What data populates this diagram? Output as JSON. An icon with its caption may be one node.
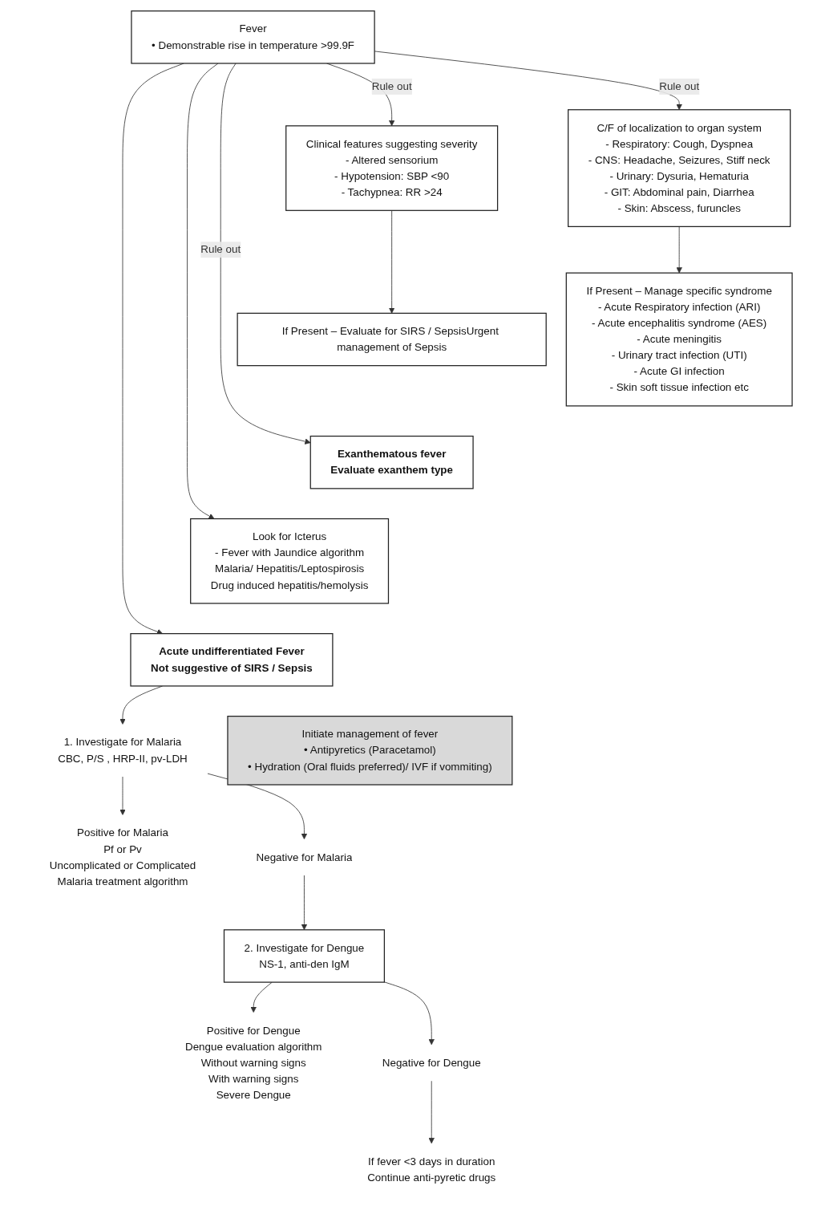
{
  "diagram": {
    "nodes": [
      {
        "text": [
          "Fever",
          "• Demonstrable rise in temperature >99.9F"
        ]
      },
      {
        "text": [
          "Clinical features suggesting severity",
          "- Altered sensorium",
          "- Hypotension: SBP <90",
          "- Tachypnea: RR >24"
        ]
      },
      {
        "text": [
          "If Present – Evaluate for SIRS / SepsisUrgent management of Sepsis"
        ]
      },
      {
        "text": [
          "C/F of localization to organ system",
          "- Respiratory: Cough, Dyspnea",
          "- CNS: Headache, Seizures, Stiff neck",
          "- Urinary: Dysuria, Hematuria",
          "- GIT: Abdominal pain, Diarrhea",
          "- Skin: Abscess, furuncles"
        ]
      },
      {
        "text": [
          "If Present – Manage specific syndrome",
          "- Acute Respiratory infection (ARI)",
          "- Acute encephalitis syndrome (AES)",
          "- Acute meningitis",
          "- Urinary tract infection (UTI)",
          "- Acute GI infection",
          "- Skin soft tissue infection etc"
        ]
      },
      {
        "text": [
          "Exanthematous fever",
          "Evaluate exanthem type"
        ]
      },
      {
        "text": [
          "Look for Icterus",
          "- Fever with Jaundice algorithm",
          "Malaria/ Hepatitis/Leptospirosis",
          "Drug induced hepatitis/hemolysis"
        ]
      },
      {
        "text": [
          "Acute undifferentiated Fever",
          "Not suggestive of SIRS / Sepsis"
        ]
      },
      {
        "text": [
          "1. Investigate for Malaria",
          "CBC, P/S , HRP-II, pv-LDH"
        ]
      },
      {
        "text": [
          "Positive for Malaria",
          "Pf or Pv",
          "Uncomplicated or Complicated",
          "Malaria treatment algorithm"
        ]
      },
      {
        "text": [
          "Negative for Malaria"
        ]
      },
      {
        "text": [
          "2. Investigate for Dengue",
          "NS-1, anti-den IgM"
        ]
      },
      {
        "text": [
          "Positive for Dengue",
          "Dengue evaluation algorithm",
          "Without warning signs",
          "With warning signs",
          "Severe Dengue"
        ]
      },
      {
        "text": [
          "Negative for Dengue"
        ]
      },
      {
        "text": [
          "If fever <3 days in duration",
          "Continue anti-pyretic drugs"
        ]
      },
      {
        "text": [
          "Initiate management of fever",
          "• Antipyretics (Paracetamol)",
          "• Hydration (Oral fluids preferred)/ IVF if vommiting)"
        ]
      }
    ],
    "edges": [
      {
        "from": 0,
        "to": 1,
        "label": "Rule out",
        "arrow": "to"
      },
      {
        "from": 0,
        "to": 3,
        "label": "Rule out",
        "arrow": "to"
      },
      {
        "from": 0,
        "to": 5,
        "label": "Rule out",
        "arrow": "to"
      },
      {
        "from": 0,
        "to": 6,
        "arrow": "to"
      },
      {
        "from": 0,
        "to": 7,
        "arrow": "to"
      },
      {
        "from": 1,
        "to": 2,
        "arrow": "to"
      },
      {
        "from": 3,
        "to": 4,
        "arrow": "to"
      },
      {
        "from": 7,
        "to": 8,
        "arrow": "to"
      },
      {
        "from": 8,
        "to": 9,
        "arrow": "to"
      },
      {
        "from": 8,
        "to": 10,
        "arrow": "to"
      },
      {
        "from": 10,
        "to": 11,
        "arrow": "to"
      },
      {
        "from": 11,
        "to": 12,
        "arrow": "to"
      },
      {
        "from": 11,
        "to": 13,
        "arrow": "to"
      },
      {
        "from": 13,
        "to": 14,
        "arrow": "to"
      }
    ]
  }
}
